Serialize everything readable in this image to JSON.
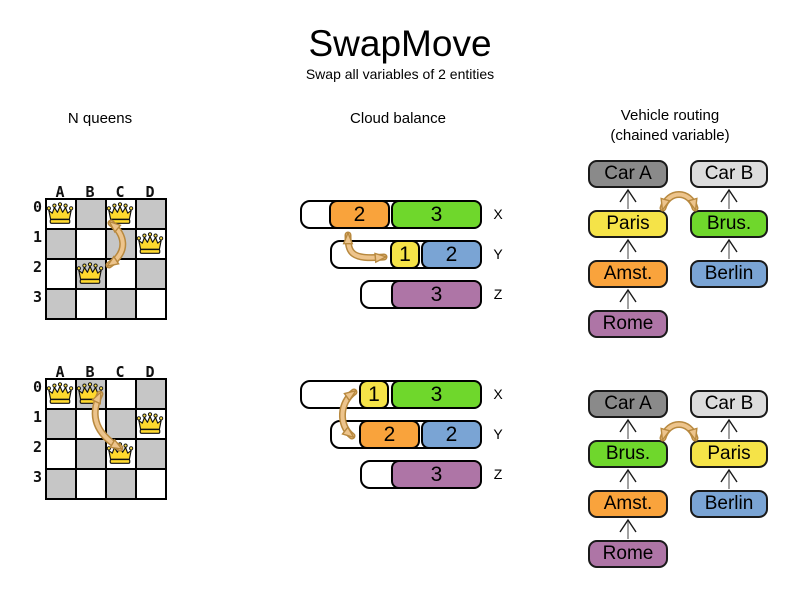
{
  "title": "SwapMove",
  "subtitle": "Swap all variables of 2 entities",
  "headers": {
    "nqueens": "N queens",
    "cloud": "Cloud balance",
    "vehicle_line1": "Vehicle routing",
    "vehicle_line2": "(chained variable)"
  },
  "nqueens": {
    "column_labels": [
      "A",
      "B",
      "C",
      "D"
    ],
    "row_labels": [
      "0",
      "1",
      "2",
      "3"
    ],
    "before": {
      "queens": [
        "A0",
        "C0",
        "D1",
        "B2"
      ],
      "swap": [
        "C0",
        "B2"
      ]
    },
    "after": {
      "queens": [
        "A0",
        "B0",
        "D1",
        "C2"
      ],
      "swap": [
        "B0",
        "C2"
      ]
    }
  },
  "cloud": {
    "computer_labels": [
      "X",
      "Y",
      "Z"
    ],
    "before": {
      "X": [
        {
          "size": "2",
          "color": "#F9A33C"
        },
        {
          "size": "3",
          "color": "#6FD72C"
        }
      ],
      "Y": [
        {
          "size": "1",
          "color": "#F5E348"
        },
        {
          "size": "2",
          "color": "#7AA4D4"
        }
      ],
      "Z": [
        {
          "size": "3",
          "color": "#AE75A6"
        }
      ]
    },
    "after": {
      "X": [
        {
          "size": "1",
          "color": "#F5E348"
        },
        {
          "size": "3",
          "color": "#6FD72C"
        }
      ],
      "Y": [
        {
          "size": "2",
          "color": "#F9A33C"
        },
        {
          "size": "2",
          "color": "#7AA4D4"
        }
      ],
      "Z": [
        {
          "size": "3",
          "color": "#AE75A6"
        }
      ]
    },
    "swap": [
      "2",
      "1"
    ]
  },
  "vehicle": {
    "before": {
      "chain_a": [
        {
          "label": "Car A",
          "color": "#8A8A8A"
        },
        {
          "label": "Paris",
          "color": "#F5E348"
        },
        {
          "label": "Amst.",
          "color": "#F9A33C"
        },
        {
          "label": "Rome",
          "color": "#AE75A6"
        }
      ],
      "chain_b": [
        {
          "label": "Car B",
          "color": "#DCDCDC"
        },
        {
          "label": "Brus.",
          "color": "#6FD72C"
        },
        {
          "label": "Berlin",
          "color": "#7AA4D4"
        }
      ],
      "swap": [
        "Paris",
        "Brus."
      ]
    },
    "after": {
      "chain_a": [
        {
          "label": "Car A",
          "color": "#8A8A8A"
        },
        {
          "label": "Brus.",
          "color": "#6FD72C"
        },
        {
          "label": "Amst.",
          "color": "#F9A33C"
        },
        {
          "label": "Rome",
          "color": "#AE75A6"
        }
      ],
      "chain_b": [
        {
          "label": "Car B",
          "color": "#DCDCDC"
        },
        {
          "label": "Paris",
          "color": "#F5E348"
        },
        {
          "label": "Berlin",
          "color": "#7AA4D4"
        }
      ],
      "swap": [
        "Brus.",
        "Paris"
      ]
    }
  },
  "colors": {
    "swap_arrow_fill": "#EDC48C",
    "swap_arrow_outline": "#B8893F",
    "board_dark_cell": "#C6C6C6",
    "board_light_cell": "#FFFFFF",
    "queen_gold": "#FFD92E"
  }
}
